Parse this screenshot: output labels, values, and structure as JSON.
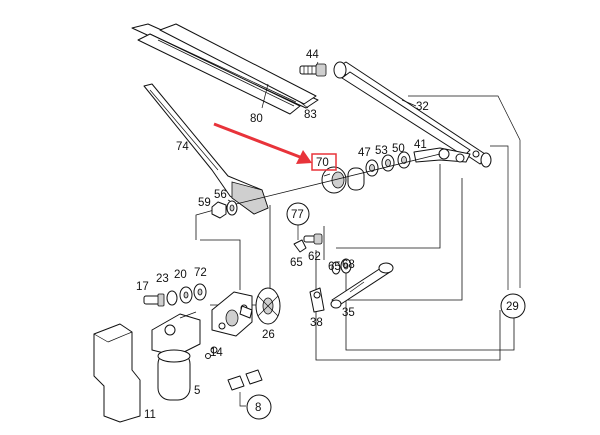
{
  "diagram": {
    "part_labels": {
      "p44": "44",
      "p80": "80",
      "p83": "83",
      "p32": "32",
      "p74": "74",
      "p70": "70",
      "p47": "47",
      "p53": "53",
      "p50": "50",
      "p41": "41",
      "p59": "59",
      "p56": "56",
      "p77": "77",
      "p65a": "65",
      "p62": "62",
      "p65b": "65",
      "p68": "68",
      "p17": "17",
      "p23": "23",
      "p20": "20",
      "p72": "72",
      "p26": "26",
      "p38": "38",
      "p35": "35",
      "p29": "29",
      "p14": "14",
      "p5": "5",
      "p11": "11",
      "p8": "8"
    },
    "highlighted_part": "70",
    "colors": {
      "highlight": "#e8333a",
      "line": "#111111"
    }
  }
}
